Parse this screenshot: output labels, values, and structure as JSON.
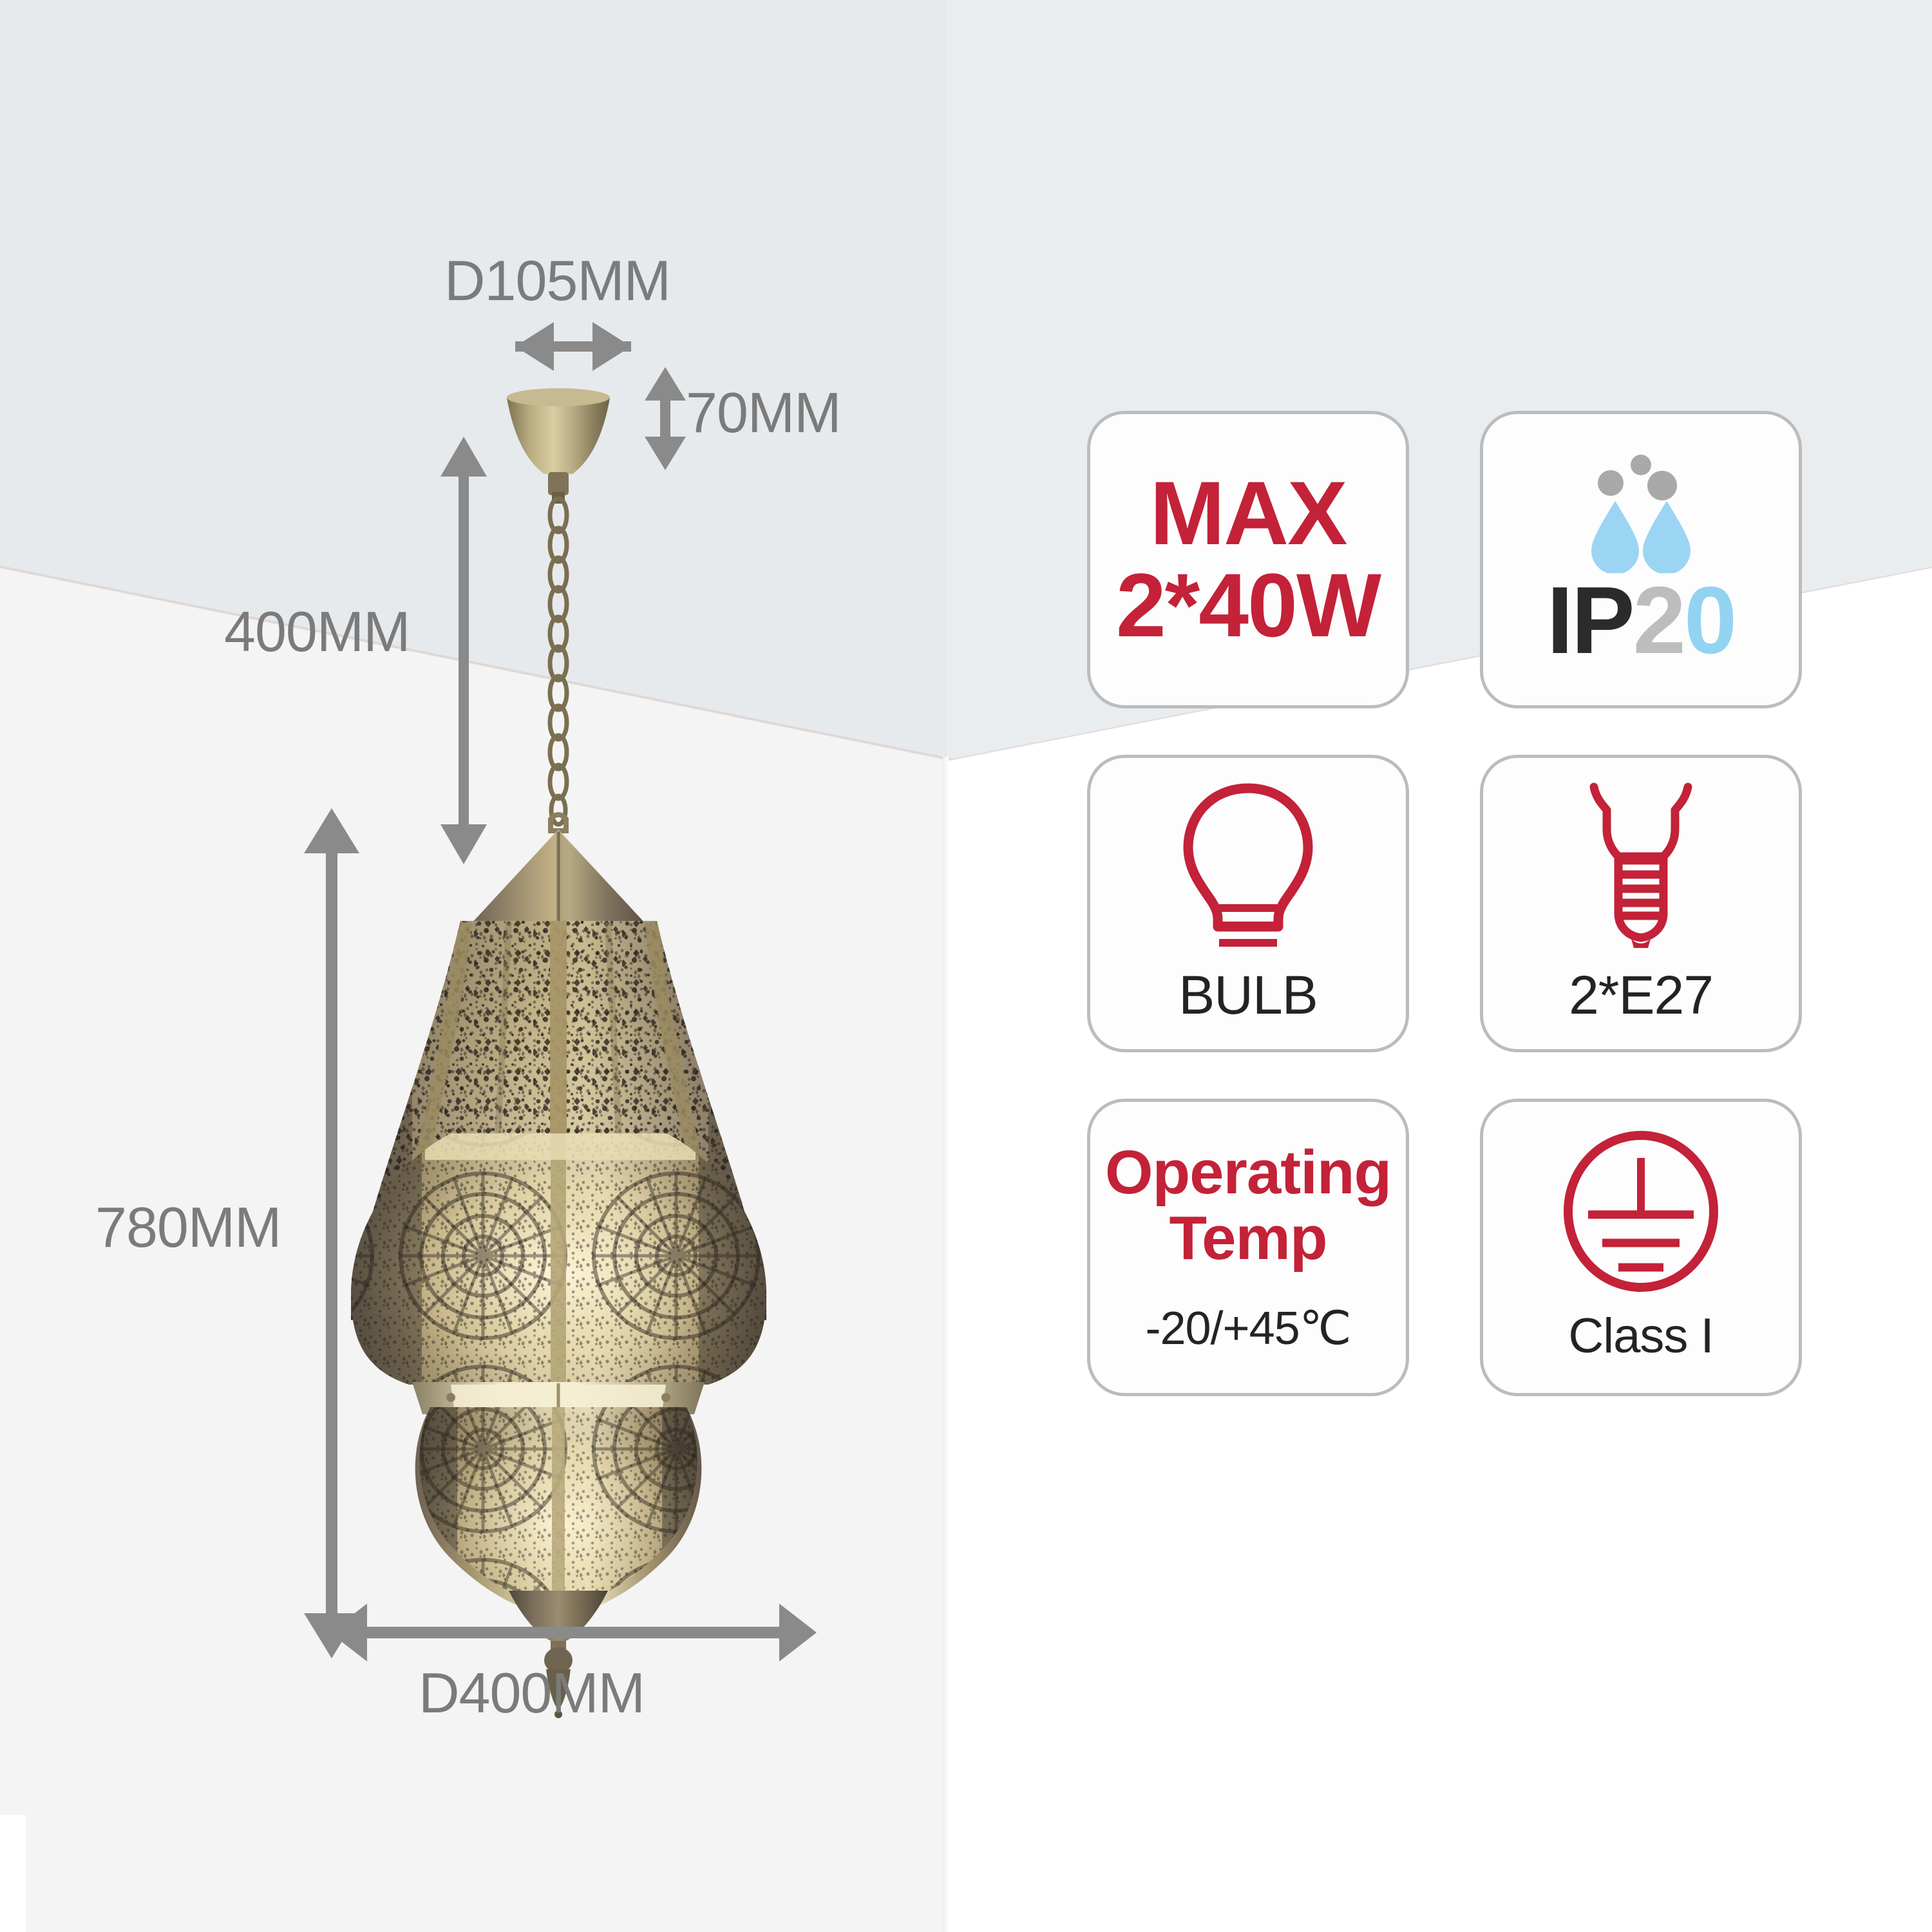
{
  "product": {
    "type": "moroccan-pendant-lantern",
    "finish": "antique brass"
  },
  "dimensions": {
    "canopy_diameter": "D105MM",
    "canopy_height": "70MM",
    "chain_drop": "400MM",
    "fixture_height": "780MM",
    "fixture_diameter": "D400MM"
  },
  "badges": {
    "max_power": {
      "line1": "MAX",
      "line2": "2*40W",
      "color": "#c32238"
    },
    "ingress": {
      "ip": "IP",
      "digit_solids": "2",
      "digit_liquids": "0",
      "ip_color": "#2b2b2b",
      "solids_color": "#bdbdbd",
      "liquids_color": "#93d3f2",
      "icon": "water-drops-icon"
    },
    "bulb": {
      "label": "BULB",
      "icon": "light-bulb-icon",
      "color": "#c32238"
    },
    "socket": {
      "label": "2*E27",
      "icon": "e27-screw-base-icon",
      "color": "#c32238"
    },
    "operating_temp": {
      "title_line1": "Operating",
      "title_line2": "Temp",
      "value": "-20/+45℃",
      "title_color": "#c32238"
    },
    "protection_class": {
      "label": "Class I",
      "icon": "earth-ground-icon",
      "color": "#c32238"
    }
  }
}
